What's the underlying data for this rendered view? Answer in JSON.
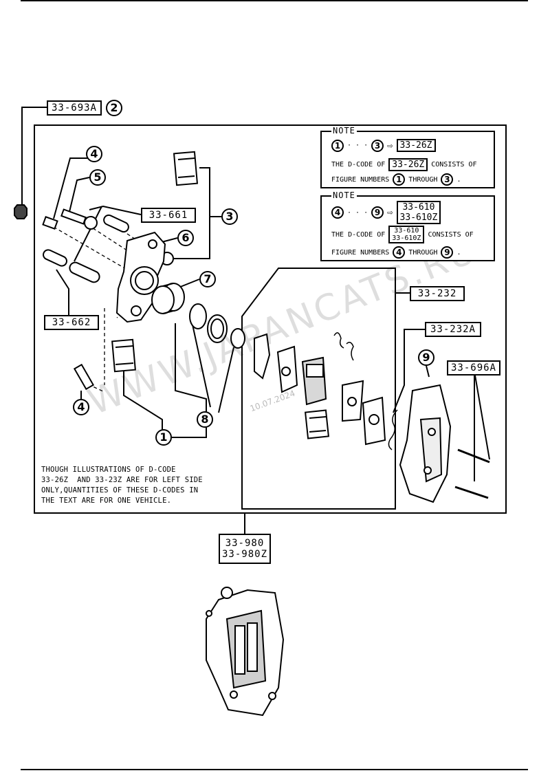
{
  "labels": {
    "p_33_693A": "33-693A",
    "p_33_661": "33-661",
    "p_33_662": "33-662",
    "p_33_232": "33-232",
    "p_33_232A": "33-232A",
    "p_33_696A": "33-696A",
    "p_33_980": "33-980",
    "p_33_980Z": "33-980Z"
  },
  "callouts": {
    "c1": "1",
    "c2": "2",
    "c3": "3",
    "c4a": "4",
    "c4b": "4",
    "c5": "5",
    "c6": "6",
    "c7": "7",
    "c8": "8",
    "c9": "9"
  },
  "note1": {
    "title": "NOTE",
    "from": "1",
    "dots": "· · ·",
    "to": "3",
    "arrow": "⇨",
    "code": "33-26Z",
    "line2_prefix": "THE D-CODE OF",
    "line2_code": "33-26Z",
    "line2_suffix": "CONSISTS OF",
    "line3_prefix": "FIGURE NUMBERS",
    "line3_from": "1",
    "line3_mid": "THROUGH",
    "line3_to": "3",
    "line3_end": "."
  },
  "note2": {
    "title": "NOTE",
    "from": "4",
    "dots": "· · ·",
    "to": "9",
    "arrow": "⇨",
    "code_a": "33-610",
    "code_b": "33-610Z",
    "line2_prefix": "THE D-CODE OF",
    "line2_code_a": "33-610",
    "line2_code_b": "33-610Z",
    "line2_suffix": "CONSISTS OF",
    "line3_prefix": "FIGURE NUMBERS",
    "line3_from": "4",
    "line3_mid": "THROUGH",
    "line3_to": "9",
    "line3_end": "."
  },
  "caption": "THOUGH ILLUSTRATIONS OF D-CODE\n33-26Z  AND 33-23Z ARE FOR LEFT SIDE\nONLY,QUANTITIES OF THESE D-CODES IN\nTHE TEXT ARE FOR ONE VEHICLE.",
  "watermark": "WWW.JAPANCATS.RU",
  "watermark_date": "10.07.2024"
}
